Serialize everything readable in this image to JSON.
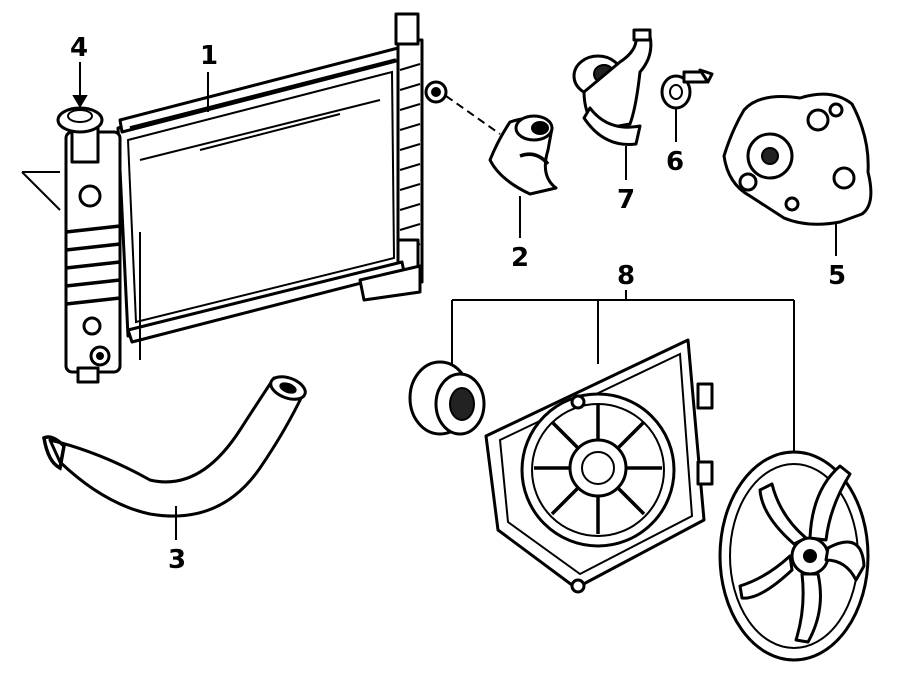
{
  "callouts": [
    {
      "id": "radiator",
      "label": "1"
    },
    {
      "id": "hose-upper",
      "label": "2"
    },
    {
      "id": "hose-lower",
      "label": "3"
    },
    {
      "id": "radiator-cap",
      "label": "4"
    },
    {
      "id": "water-pump",
      "label": "5"
    },
    {
      "id": "thermostat",
      "label": "6"
    },
    {
      "id": "thermostat-housing",
      "label": "7"
    },
    {
      "id": "fan-assembly",
      "label": "8"
    }
  ]
}
